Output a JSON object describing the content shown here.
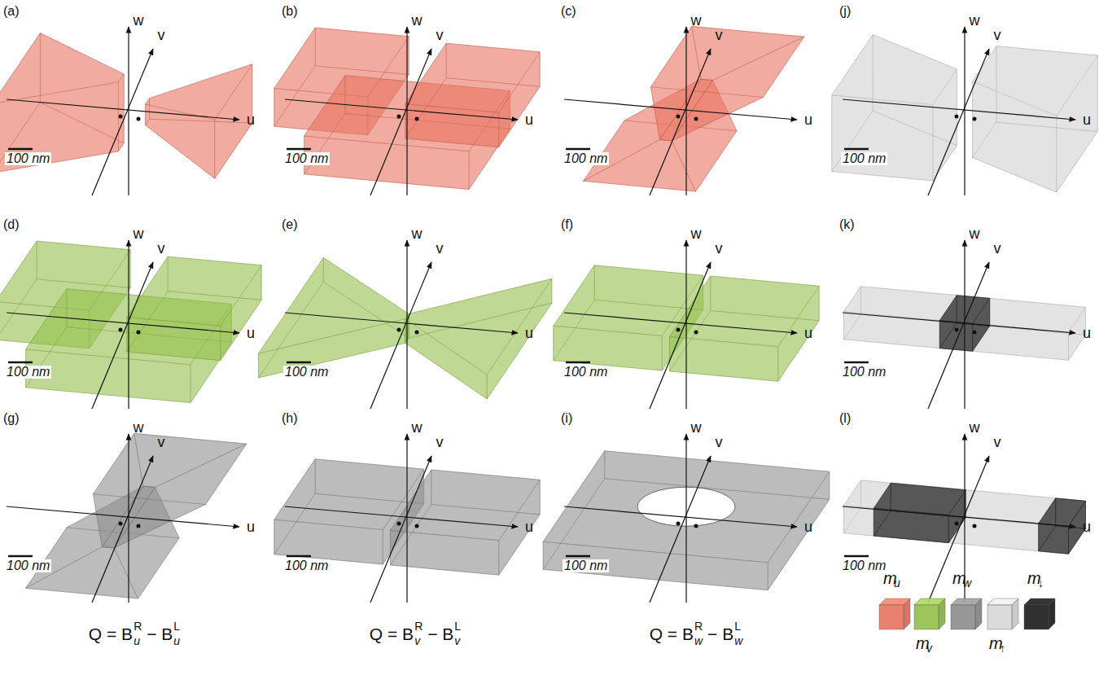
{
  "diagram": {
    "labels": [
      "(a)",
      "w",
      "v",
      "u",
      "100 nm",
      "(b)",
      "w",
      "v",
      "u",
      "100 nm",
      "(c)",
      "w",
      "v",
      "u",
      "100 nm",
      "(j)",
      "w",
      "v",
      "u",
      "100 nm",
      "(d)",
      "w",
      "v",
      "u",
      "100 nm",
      "(e)",
      "w",
      "v",
      "u",
      "100 nm",
      "(f)",
      "w",
      "v",
      "u",
      "100 nm",
      "(k)",
      "w",
      "v",
      "u",
      "100 nm",
      "(g)",
      "w",
      "v",
      "u",
      "100 nm",
      "(h)",
      "w",
      "v",
      "u",
      "100 nm",
      "(i)",
      "w",
      "v",
      "u",
      "100 nm",
      "(l)",
      "w",
      "v",
      "u",
      "100 nm",
      "Q = B",
      "u",
      "R",
      "− B",
      "u",
      "L",
      "Q = B",
      "v",
      "R",
      "− B",
      "v",
      "L",
      "Q = B",
      "w",
      "R",
      "− B",
      "w",
      "L",
      "u",
      "v",
      "w",
      "↑",
      "↓"
    ],
    "legend": [
      {
        "text": "m",
        "color": "#e8735f"
      },
      {
        "text": "m",
        "color": "#93bf4a"
      },
      {
        "text": "m",
        "color": "#8c8c8c"
      },
      {
        "text": "m",
        "color": "#cfcfcf"
      },
      {
        "text": "m",
        "color": "#1a1a1a"
      }
    ]
  }
}
